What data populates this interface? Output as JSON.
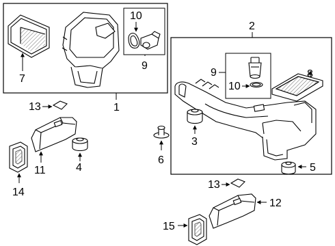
{
  "callouts": {
    "c1": "1",
    "c2": "2",
    "c3": "3",
    "c4": "4",
    "c5": "5",
    "c6": "6",
    "c7": "7",
    "c8": "8",
    "c9a": "9",
    "c9b": "9",
    "c10a": "10",
    "c10b": "10",
    "c11": "11",
    "c12": "12",
    "c13a": "13",
    "c13b": "13",
    "c14": "14",
    "c15": "15"
  }
}
